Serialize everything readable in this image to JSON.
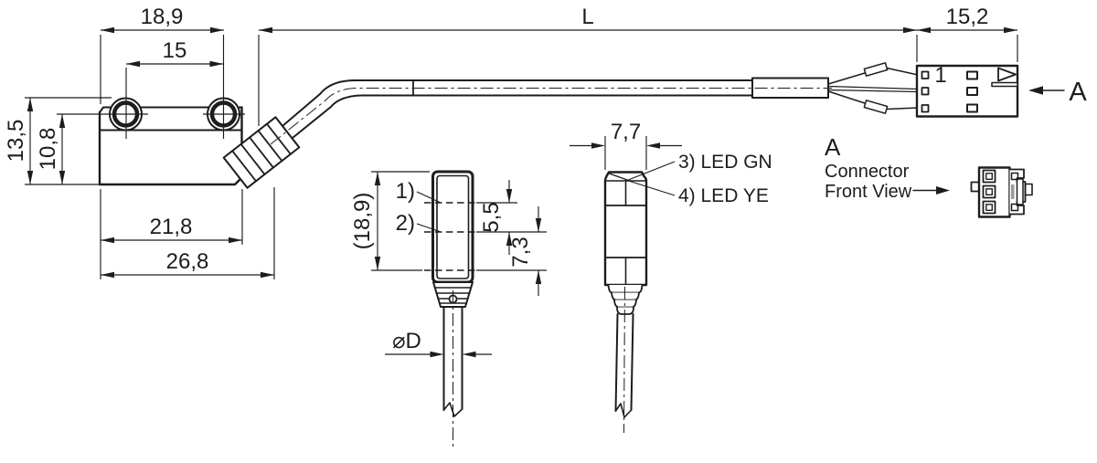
{
  "drawing": {
    "ink_color": "#1d1d1b",
    "background_color": "#ffffff",
    "led_window_gray": "#9a9a9a"
  },
  "top_view": {
    "width_top": "18,9",
    "hole_spacing": "15",
    "height_overall": "13,5",
    "height_to_axis": "10,8",
    "width_body": "21,8",
    "width_overall": "26,8"
  },
  "cable_assembly": {
    "cable_length": "L",
    "connector_width": "15,2",
    "pin1_label": "1",
    "view_direction_label": "A"
  },
  "side_view": {
    "height_ref": "(18,9)",
    "callout_1": "1)",
    "callout_2": "2)",
    "led1_offset": "5,5",
    "led2_offset": "7,3",
    "cable_diameter": "⌀D"
  },
  "front_view": {
    "width": "7,7",
    "callout_3": "3) LED GN",
    "callout_4": "4) LED YE"
  },
  "view_a": {
    "title": "A",
    "caption_line1": "Connector",
    "caption_line2": "Front View"
  }
}
